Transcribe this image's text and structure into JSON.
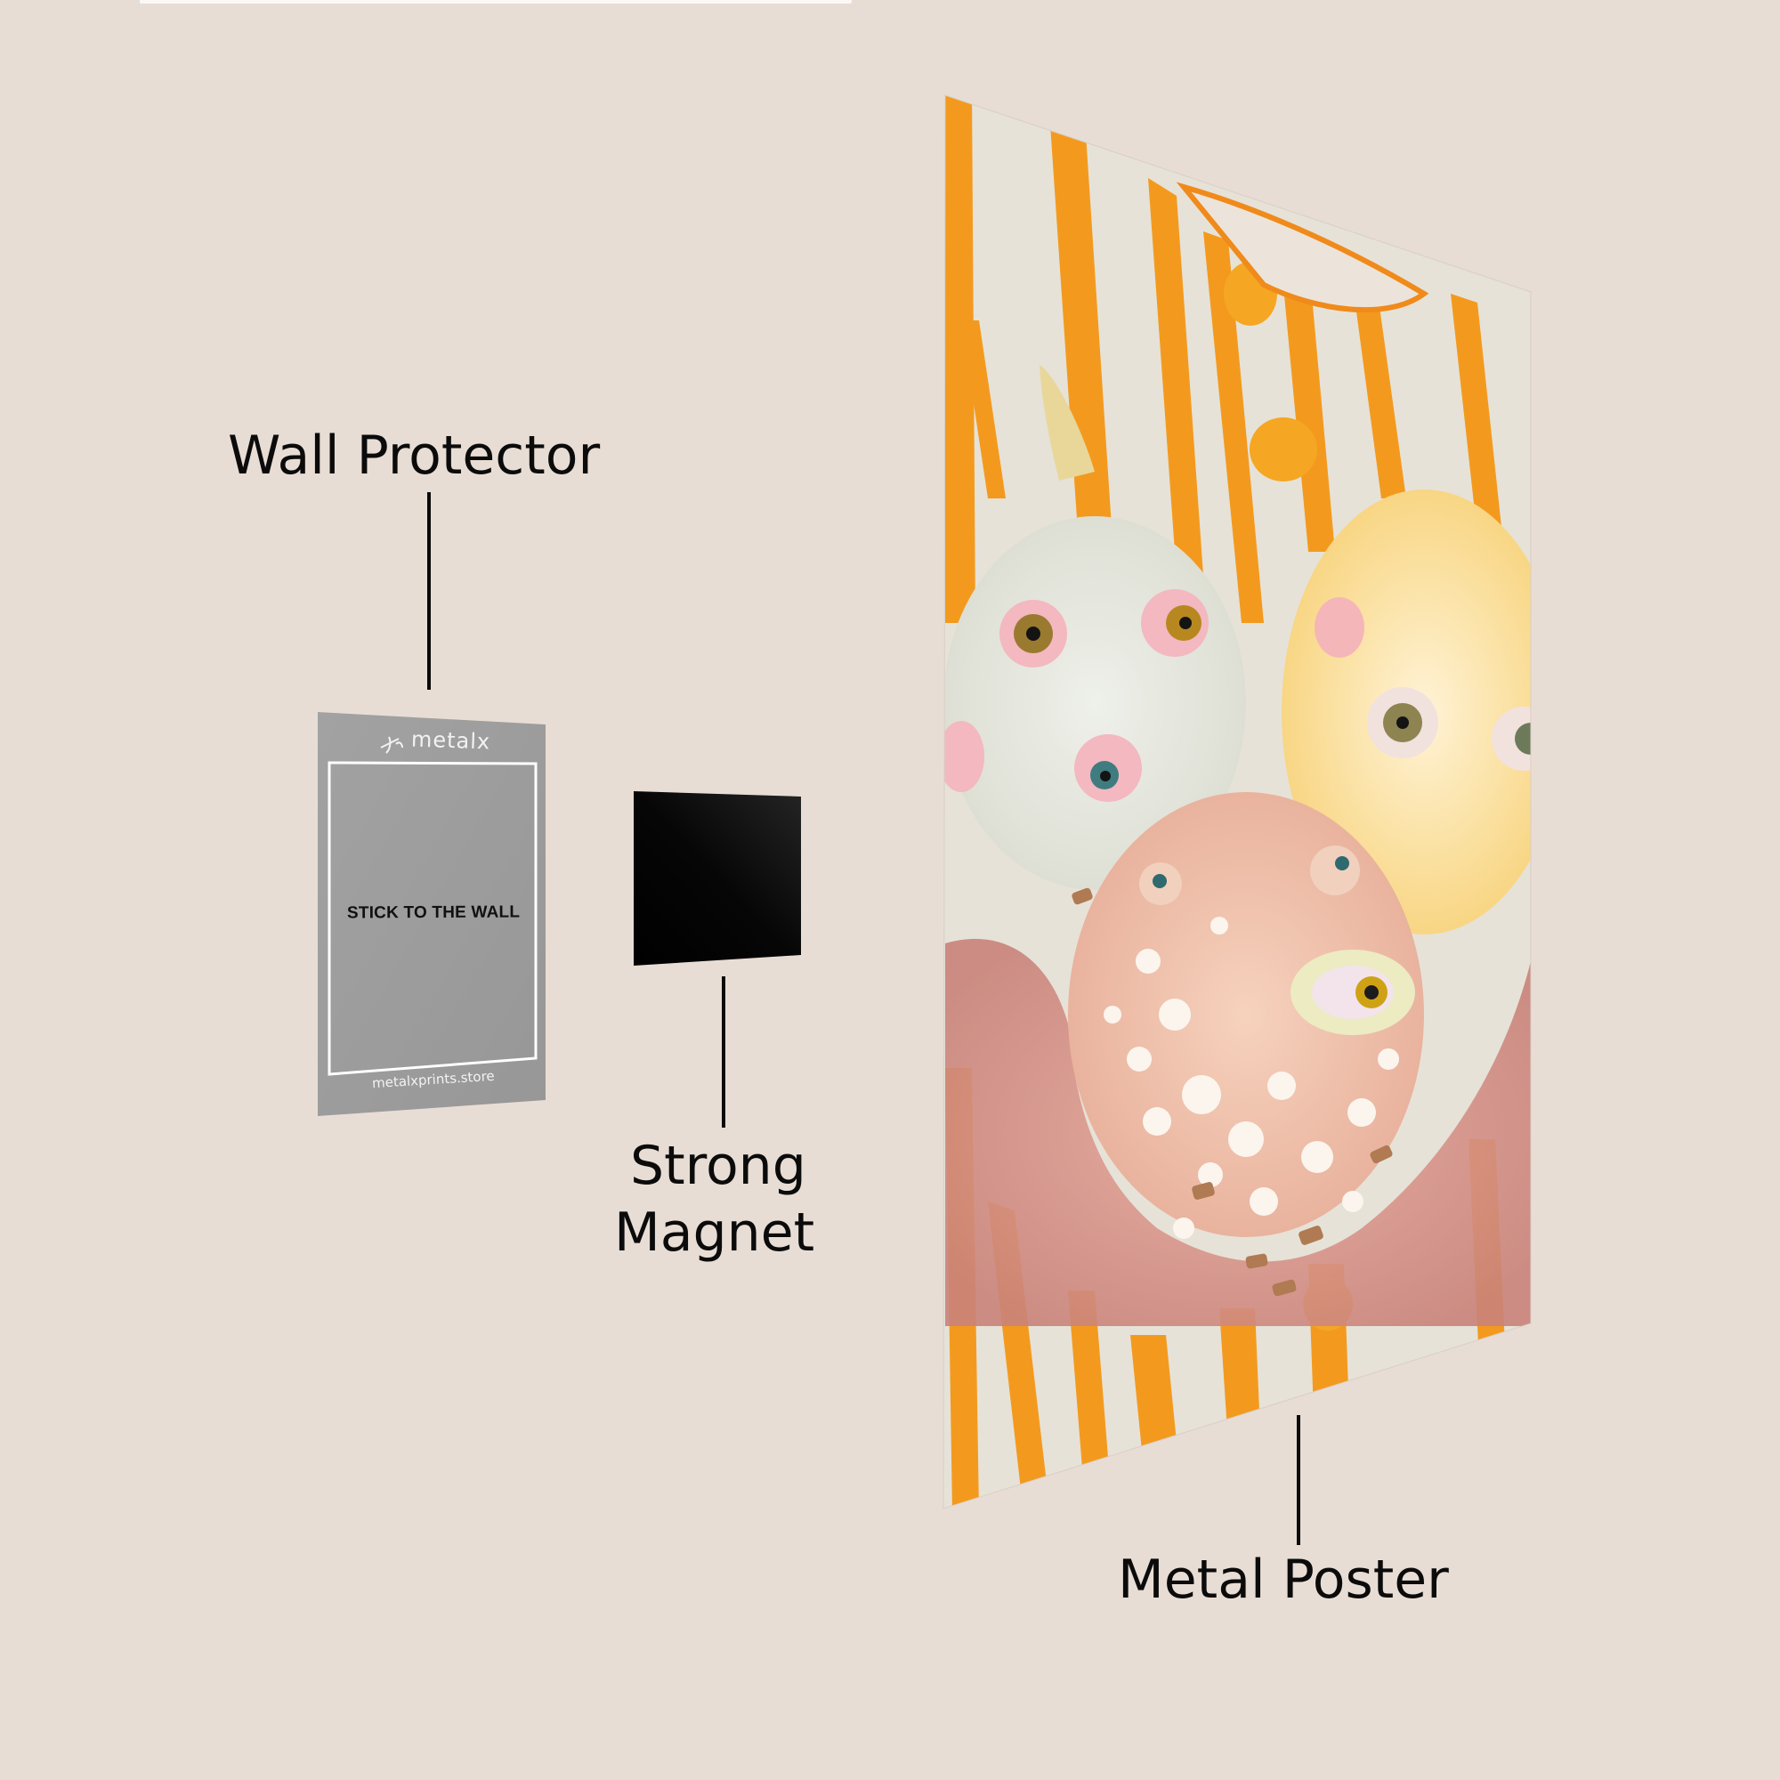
{
  "background_color": "#e8ddd4",
  "labels": {
    "wall_protector": "Wall Protector",
    "strong_magnet_line1": "Strong",
    "strong_magnet_line2": "Magnet",
    "metal_poster": "Metal Poster"
  },
  "wall_protector": {
    "brand": "metalx",
    "instruction": "STICK TO THE WALL",
    "website": "metalxprints.store",
    "color": "#9c9c9c",
    "frame_color": "#ffffff"
  },
  "magnet": {
    "color": "#050505"
  },
  "poster": {
    "description": "Metal print of three ceramic multi-eyed creatures held in hands against an orange and white striped blouse",
    "stripe_orange": "#f39a1e",
    "stripe_white": "#e9e4dc",
    "button_color": "#f5a623"
  }
}
